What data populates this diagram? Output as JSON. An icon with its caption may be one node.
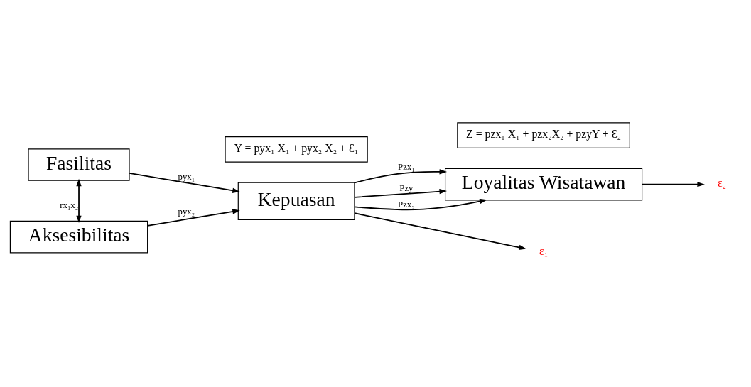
{
  "diagram": {
    "nodes": [
      {
        "text": [
          "Fasilitas"
        ]
      },
      {
        "text": [
          "Aksesibilitas"
        ]
      },
      {
        "text": [
          "Kepuasan"
        ]
      },
      {
        "text": [
          "Loyalitas Wisatawan"
        ]
      },
      {
        "text": [
          "ε₁"
        ]
      },
      {
        "text": [
          "ε₂"
        ]
      },
      {
        "text": [
          "Y = pyx₁ X₁ + pyx₂ X₂ + Ɛ₁"
        ]
      },
      {
        "text": [
          "Z = pzx₁ X₁ + pzx₂X₂ + pzyY + Ɛ₂"
        ]
      }
    ],
    "edges": [
      {
        "from": 0,
        "to": 1,
        "arrow": "both",
        "label": "rx₁x₂"
      },
      {
        "from": 0,
        "to": 2,
        "arrow": "to",
        "label": "pyx₁"
      },
      {
        "from": 1,
        "to": 2,
        "arrow": "to",
        "label": "pyx₂"
      },
      {
        "from": 2,
        "to": 3,
        "arrow": "to",
        "label": "Pzx₁"
      },
      {
        "from": 2,
        "to": 3,
        "arrow": "to",
        "label": "Pzy"
      },
      {
        "from": 2,
        "to": 3,
        "arrow": "to",
        "label": "Pzx₂"
      },
      {
        "from": 2,
        "to": 4,
        "arrow": "to"
      },
      {
        "from": 3,
        "to": 5,
        "arrow": "to"
      }
    ]
  }
}
